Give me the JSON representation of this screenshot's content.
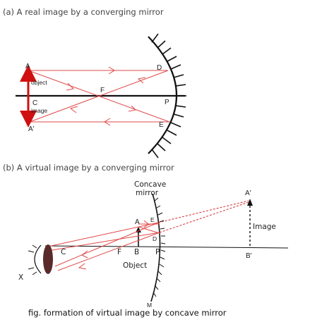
{
  "captions": {
    "a": "(a) A real image by a converging mirror",
    "b": "(b) A virtual image by a converging mirror"
  },
  "diagram_a": {
    "labels": {
      "A": "A",
      "object": "object",
      "C": "C",
      "image": "image",
      "A_prime": "A'",
      "F": "F",
      "P": "P",
      "D": "D",
      "E": "E"
    },
    "colors": {
      "ray": "#e04848",
      "arrow": "#d01010",
      "mirror": "#111111"
    }
  },
  "diagram_b": {
    "labels": {
      "concave_mirror": [
        "Concave",
        "mirror"
      ],
      "A_prime": "A'",
      "image": "Image",
      "B_prime": "B'",
      "A": "A",
      "E": "E",
      "D": "D",
      "F": "F",
      "B": "B",
      "P": "P",
      "C": "C",
      "object": "Object",
      "M": "M",
      "X": "X"
    },
    "colors": {
      "ray": "#e04848",
      "dashed": "#d03030",
      "mirror": "#111111"
    }
  },
  "figure_caption": "fig. formation of virtual image by concave mirror"
}
